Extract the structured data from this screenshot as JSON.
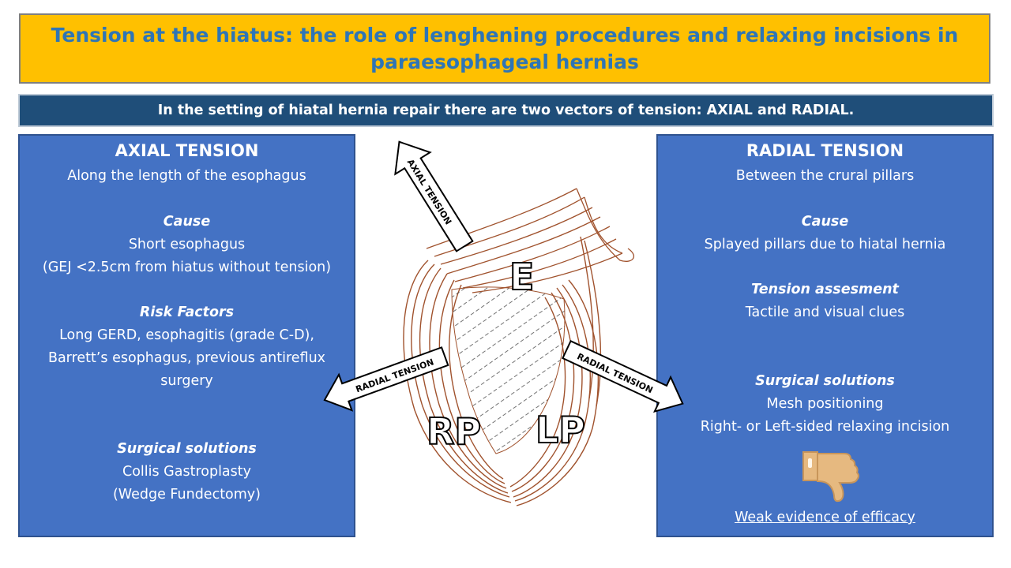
{
  "title": {
    "line1": "Tension at the hiatus: the role of lenghening procedures and relaxing incisions in",
    "line2": "paraesophageal hernias"
  },
  "subtitle": "In the setting of hiatal hernia repair there are two vectors of tension: AXIAL and RADIAL.",
  "axial": {
    "heading": "AXIAL TENSION",
    "description": "Along the length of the esophagus",
    "cause_label": "Cause",
    "cause_line1": "Short esophagus",
    "cause_line2": "(GEJ <2.5cm from hiatus without tension)",
    "risk_label": "Risk Factors",
    "risk_line1": "Long GERD, esophagitis (grade C-D),",
    "risk_line2": "Barrett’s esophagus, previous antireflux",
    "risk_line3": "surgery",
    "solutions_label": "Surgical solutions",
    "solution1": "Collis Gastroplasty",
    "solution2": "(Wedge Fundectomy)"
  },
  "radial": {
    "heading": "RADIAL TENSION",
    "description": "Between the crural pillars",
    "cause_label": "Cause",
    "cause_line1": "Splayed pillars due to hiatal hernia",
    "assessment_label": "Tension assesment",
    "assessment_line1": "Tactile and visual clues",
    "solutions_label": "Surgical solutions",
    "solution1": "Mesh positioning",
    "solution2": "Right- or Left-sided relaxing incision",
    "evidence": "Weak evidence of efficacy",
    "icon": "thumbs-down-icon"
  },
  "diagram": {
    "label_esophagus": "E",
    "label_right_pillar": "RP",
    "label_left_pillar": "LP",
    "arrow_axial": "AXIAL TENSION",
    "arrow_radial_left": "RADIAL TENSION",
    "arrow_radial_right": "RADIAL TENSION"
  },
  "colors": {
    "title_bg": "#ffc000",
    "title_text": "#2e75b6",
    "subtitle_bg": "#1f4e79",
    "panel_bg": "#4472c4",
    "crura_stroke": "#a0522d",
    "thumb_fill": "#e6b980"
  }
}
